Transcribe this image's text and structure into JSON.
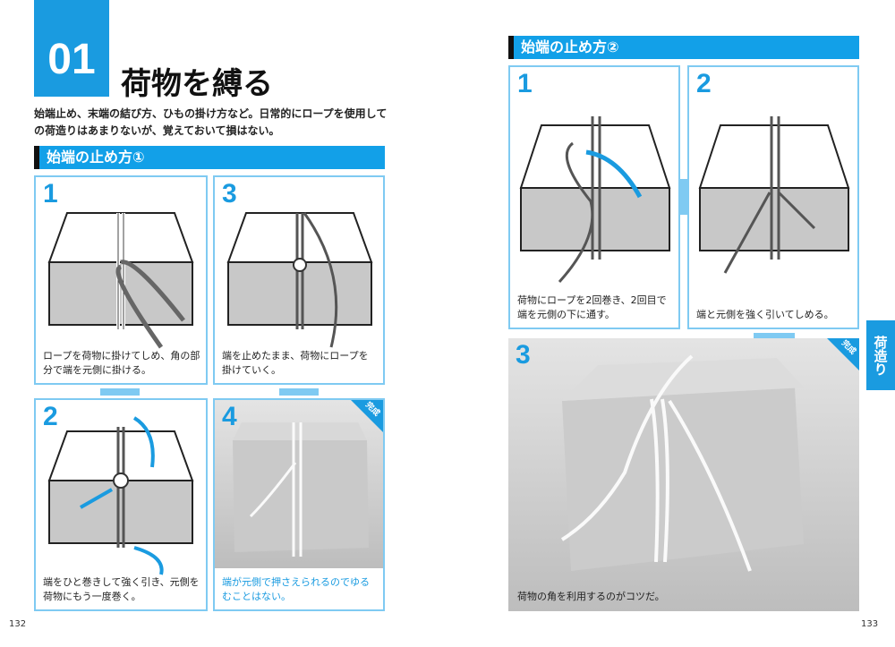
{
  "chapter": {
    "number": "01",
    "title": "荷物を縛る",
    "description": "始端止め、末端の結び方、ひもの掛け方など。日常的にロープを使用しての荷造りはあまりないが、覚えておいて損はない。"
  },
  "section1": {
    "title": "始端の止め方①",
    "steps": [
      {
        "num": "1",
        "caption": "ロープを荷物に掛けてしめ、角の部分で端を元側に掛ける。"
      },
      {
        "num": "3",
        "caption": "端を止めたまま、荷物にロープを掛けていく。"
      },
      {
        "num": "2",
        "caption": "端をひと巻きして強く引き、元側を荷物にもう一度巻く。"
      },
      {
        "num": "4",
        "caption": "端が元側で押さえられるのでゆるむことはない。",
        "badge": "完成"
      }
    ]
  },
  "section2": {
    "title": "始端の止め方②",
    "steps": [
      {
        "num": "1",
        "caption": "荷物にロープを2回巻き、2回目で端を元側の下に通す。"
      },
      {
        "num": "2",
        "caption": "端と元側を強く引いてしめる。"
      },
      {
        "num": "3",
        "caption": "荷物の角を利用するのがコツだ。",
        "badge": "完成"
      }
    ]
  },
  "side_tab": "荷造り",
  "page_numbers": {
    "left": "132",
    "right": "133"
  },
  "colors": {
    "accent": "#1a9be0",
    "panel_border": "#7fcaf2"
  }
}
